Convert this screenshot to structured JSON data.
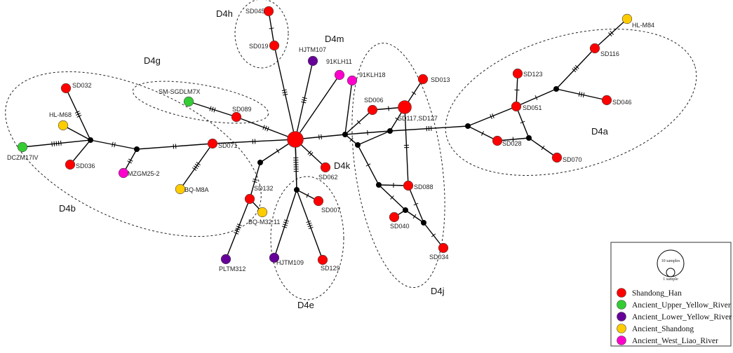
{
  "colors": {
    "Shandong_Han": "#ff0000",
    "Ancient_Upper_Yellow_River": "#33cc33",
    "Ancient_Lower_Yellow_River": "#660099",
    "Ancient_Shandong": "#ffcc00",
    "Ancient_West_Liao_River": "#ff00cc",
    "median": "#000000"
  },
  "legend": {
    "scale_large": "10 samples",
    "scale_small": "1 sample",
    "items": [
      {
        "label": "Shandong_Han",
        "key": "Shandong_Han"
      },
      {
        "label": "Ancient_Upper_Yellow_River",
        "key": "Ancient_Upper_Yellow_River"
      },
      {
        "label": "Ancient_Lower_Yellow_River",
        "key": "Ancient_Lower_Yellow_River"
      },
      {
        "label": "Ancient_Shandong",
        "key": "Ancient_Shandong"
      },
      {
        "label": "Ancient_West_Liao_River",
        "key": "Ancient_West_Liao_River"
      }
    ]
  },
  "groups": [
    "D4a",
    "D4b",
    "D4e",
    "D4g",
    "D4h",
    "D4j",
    "D4k",
    "D4m"
  ],
  "nodes": [
    {
      "id": "center",
      "label": "",
      "pop": "Shandong_Han",
      "size": 4
    },
    {
      "id": "SD045",
      "label": "SD045",
      "pop": "Shandong_Han",
      "size": 1
    },
    {
      "id": "SD019",
      "label": "SD019",
      "pop": "Shandong_Han",
      "size": 1
    },
    {
      "id": "HJTM107",
      "label": "HJTM107",
      "pop": "Ancient_Lower_Yellow_River",
      "size": 1
    },
    {
      "id": "91KLH11",
      "label": "91KLH11",
      "pop": "Ancient_West_Liao_River",
      "size": 1
    },
    {
      "id": "91KLH18",
      "label": "91KLH18",
      "pop": "Ancient_West_Liao_River",
      "size": 1
    },
    {
      "id": "SM-SGDLM7X",
      "label": "SM-SGDLM7X",
      "pop": "Ancient_Upper_Yellow_River",
      "size": 1
    },
    {
      "id": "SD089",
      "label": "SD089",
      "pop": "Shandong_Han",
      "size": 1
    },
    {
      "id": "SD032",
      "label": "SD032",
      "pop": "Shandong_Han",
      "size": 1
    },
    {
      "id": "HL-M68",
      "label": "HL-M68",
      "pop": "Ancient_Shandong",
      "size": 1
    },
    {
      "id": "DCZM17IV",
      "label": "DCZM17IV",
      "pop": "Ancient_Upper_Yellow_River",
      "size": 1
    },
    {
      "id": "SD036",
      "label": "SD036",
      "pop": "Shandong_Han",
      "size": 1
    },
    {
      "id": "MZGM25-2",
      "label": "MZGM25-2",
      "pop": "Ancient_West_Liao_River",
      "size": 1
    },
    {
      "id": "SD071",
      "label": "SD071",
      "pop": "Shandong_Han",
      "size": 1
    },
    {
      "id": "BQ-M8A",
      "label": "BQ-M8A",
      "pop": "Ancient_Shandong",
      "size": 1
    },
    {
      "id": "SD132",
      "label": "SD132",
      "pop": "Shandong_Han",
      "size": 1
    },
    {
      "id": "BQ-M32:11",
      "label": "BQ-M32:11",
      "pop": "Ancient_Shandong",
      "size": 1
    },
    {
      "id": "PLTM312",
      "label": "PLTM312",
      "pop": "Ancient_Lower_Yellow_River",
      "size": 1
    },
    {
      "id": "SD062",
      "label": "SD062",
      "pop": "Shandong_Han",
      "size": 1
    },
    {
      "id": "SD007",
      "label": "SD007",
      "pop": "Shandong_Han",
      "size": 1
    },
    {
      "id": "HJTM109",
      "label": "HJTM109",
      "pop": "Ancient_Lower_Yellow_River",
      "size": 1
    },
    {
      "id": "SD129",
      "label": "SD129",
      "pop": "Shandong_Han",
      "size": 1
    },
    {
      "id": "SD013",
      "label": "SD013",
      "pop": "Shandong_Han",
      "size": 1
    },
    {
      "id": "SD006",
      "label": "SD006",
      "pop": "Shandong_Han",
      "size": 1
    },
    {
      "id": "SD117,SD127",
      "label": "SD117,SD127",
      "pop": "Shandong_Han",
      "size": 2
    },
    {
      "id": "SD088",
      "label": "SD088",
      "pop": "Shandong_Han",
      "size": 1
    },
    {
      "id": "SD040",
      "label": "SD040",
      "pop": "Shandong_Han",
      "size": 1
    },
    {
      "id": "SD034",
      "label": "SD034",
      "pop": "Shandong_Han",
      "size": 1
    },
    {
      "id": "HL-M84",
      "label": "HL-M84",
      "pop": "Ancient_Shandong",
      "size": 1
    },
    {
      "id": "SD116",
      "label": "SD116",
      "pop": "Shandong_Han",
      "size": 1
    },
    {
      "id": "SD123",
      "label": "SD123",
      "pop": "Shandong_Han",
      "size": 1
    },
    {
      "id": "SD051",
      "label": "SD051",
      "pop": "Shandong_Han",
      "size": 1
    },
    {
      "id": "SD046",
      "label": "SD046",
      "pop": "Shandong_Han",
      "size": 1
    },
    {
      "id": "SD028",
      "label": "SD028",
      "pop": "Shandong_Han",
      "size": 1
    },
    {
      "id": "SD070",
      "label": "SD070",
      "pop": "Shandong_Han",
      "size": 1
    },
    {
      "id": "m_b1",
      "label": "",
      "pop": "median",
      "size": 0
    },
    {
      "id": "m_b2",
      "label": "",
      "pop": "median",
      "size": 0
    },
    {
      "id": "m_k1",
      "label": "",
      "pop": "median",
      "size": 0
    },
    {
      "id": "m_e1",
      "label": "",
      "pop": "median",
      "size": 0
    },
    {
      "id": "m_j1",
      "label": "",
      "pop": "median",
      "size": 0
    },
    {
      "id": "m_j2",
      "label": "",
      "pop": "median",
      "size": 0
    },
    {
      "id": "m_j3",
      "label": "",
      "pop": "median",
      "size": 0
    },
    {
      "id": "m_j4",
      "label": "",
      "pop": "median",
      "size": 0
    },
    {
      "id": "m_j5",
      "label": "",
      "pop": "median",
      "size": 0
    },
    {
      "id": "m_j6",
      "label": "",
      "pop": "median",
      "size": 0
    },
    {
      "id": "m_a1",
      "label": "",
      "pop": "median",
      "size": 0
    },
    {
      "id": "m_a2",
      "label": "",
      "pop": "median",
      "size": 0
    },
    {
      "id": "m_a3",
      "label": "",
      "pop": "median",
      "size": 0
    }
  ],
  "edges": [
    [
      "SD045",
      "SD019",
      1
    ],
    [
      "SD019",
      "center",
      3
    ],
    [
      "HJTM107",
      "center",
      3
    ],
    [
      "91KLH11",
      "center",
      0
    ],
    [
      "91KLH18",
      "m_j1",
      0
    ],
    [
      "SM-SGDLM7X",
      "SD089",
      3
    ],
    [
      "SD089",
      "center",
      3
    ],
    [
      "SD032",
      "m_b1",
      3
    ],
    [
      "HL-M68",
      "m_b1",
      0
    ],
    [
      "DCZM17IV",
      "m_b1",
      5
    ],
    [
      "SD036",
      "m_b1",
      0
    ],
    [
      "m_b1",
      "m_b2",
      2
    ],
    [
      "MZGM25-2",
      "m_b2",
      2
    ],
    [
      "m_b2",
      "SD071",
      2
    ],
    [
      "BQ-M8A",
      "SD071",
      4
    ],
    [
      "SD071",
      "center",
      2
    ],
    [
      "center",
      "m_k1",
      1
    ],
    [
      "m_k1",
      "SD132",
      2
    ],
    [
      "SD132",
      "BQ-M32:11",
      0
    ],
    [
      "SD132",
      "PLTM312",
      5
    ],
    [
      "center",
      "SD062",
      2
    ],
    [
      "center",
      "m_e1",
      7
    ],
    [
      "center",
      "m_e1",
      0
    ],
    [
      "m_e1",
      "SD007",
      1
    ],
    [
      "m_e1",
      "HJTM109",
      4
    ],
    [
      "m_e1",
      "SD129",
      4
    ],
    [
      "center",
      "m_j1",
      2
    ],
    [
      "m_j1",
      "m_j2",
      1
    ],
    [
      "m_j1",
      "SD006",
      1
    ],
    [
      "SD006",
      "SD117,SD127",
      1
    ],
    [
      "m_j1",
      "m_j3",
      1
    ],
    [
      "m_j3",
      "SD117,SD127",
      1
    ],
    [
      "SD117,SD127",
      "SD013",
      1
    ],
    [
      "m_j2",
      "m_j3",
      0
    ],
    [
      "m_j2",
      "m_j4",
      1
    ],
    [
      "m_j4",
      "SD088",
      1
    ],
    [
      "SD088",
      "SD117,SD127",
      2
    ],
    [
      "m_j4",
      "m_j5",
      1
    ],
    [
      "m_j5",
      "SD040",
      0
    ],
    [
      "m_j5",
      "m_j6",
      1
    ],
    [
      "m_j6",
      "SD088",
      1
    ],
    [
      "m_j6",
      "SD034",
      1
    ],
    [
      "m_j3",
      "m_a1",
      3
    ],
    [
      "m_a1",
      "SD051",
      2
    ],
    [
      "m_a1",
      "SD028",
      1
    ],
    [
      "SD028",
      "m_a3",
      1
    ],
    [
      "m_a3",
      "SD070",
      1
    ],
    [
      "SD051",
      "m_a3",
      1
    ],
    [
      "SD051",
      "SD123",
      1
    ],
    [
      "SD051",
      "m_a2",
      1
    ],
    [
      "m_a2",
      "SD046",
      3
    ],
    [
      "m_a2",
      "SD116",
      3
    ],
    [
      "SD116",
      "HL-M84",
      2
    ]
  ]
}
